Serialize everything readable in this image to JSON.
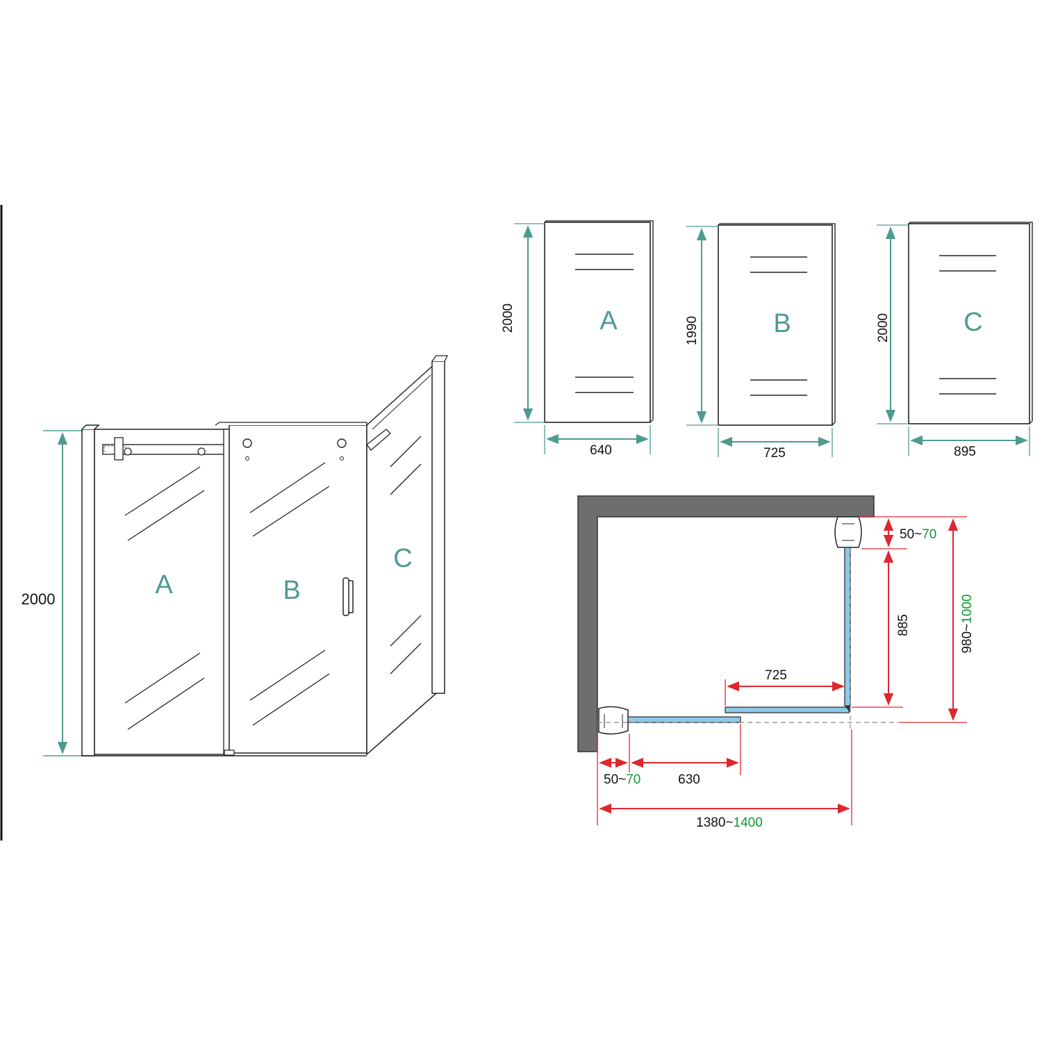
{
  "perspective": {
    "height_label": "2000",
    "panel_a": "A",
    "panel_b": "B",
    "panel_c": "C"
  },
  "panels": [
    {
      "id": "A",
      "height": "2000",
      "width": "640"
    },
    {
      "id": "B",
      "height": "1990",
      "width": "725"
    },
    {
      "id": "C",
      "height": "2000",
      "width": "895"
    }
  ],
  "plan": {
    "top_gap_a": "50~",
    "top_gap_b": "70",
    "side_fixed": "885",
    "side_total_a": "980~",
    "side_total_b": "1000",
    "door_overlap": "725",
    "left_gap_a": "50~",
    "left_gap_b": "70",
    "front_fixed": "630",
    "front_total_a": "1380~",
    "front_total_b": "1400"
  },
  "colors": {
    "teal": "#4e9a8f",
    "red": "#e0262f",
    "green": "#0e9a2f",
    "glass_blue": "#8ec9ea",
    "wall_grey": "#6e6e6e"
  }
}
